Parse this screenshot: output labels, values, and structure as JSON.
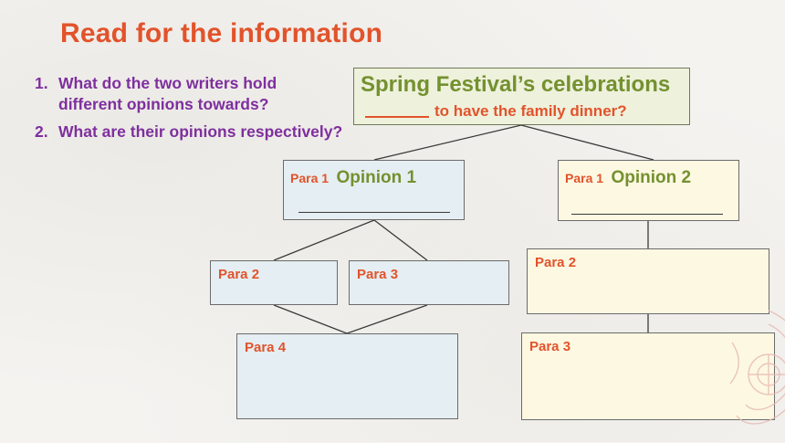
{
  "slide": {
    "title": "Read for the information",
    "questions": [
      {
        "num": "1.",
        "text": "What do the two writers hold different opinions towards?"
      },
      {
        "num": "2.",
        "text": "What are their opinions respectively?"
      }
    ]
  },
  "diagram": {
    "top": {
      "line1": "Spring Festival’s celebrations",
      "line2": "to have the family dinner?"
    },
    "opinion1": {
      "para": "Para 1",
      "label": "Opinion 1"
    },
    "opinion2": {
      "para": "Para 1",
      "label": "Opinion 2"
    },
    "left_para2": "Para 2",
    "left_para3": "Para 3",
    "left_para4": "Para 4",
    "right_para2": "Para 2",
    "right_para3": "Para 3"
  },
  "colors": {
    "title": "#e2532b",
    "question": "#7e2f9e",
    "green_text": "#74912f",
    "blue_box": "#e5eef2",
    "yellow_box": "#fdf8e2"
  }
}
